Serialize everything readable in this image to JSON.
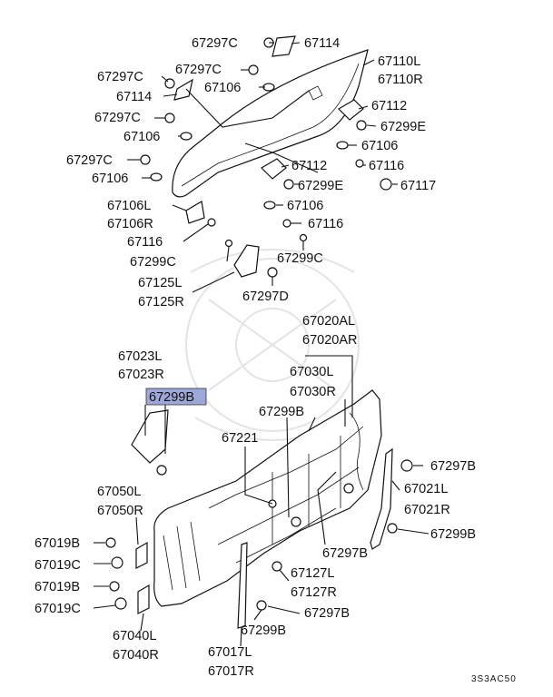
{
  "labels": {
    "l67297c_top": "67297C",
    "l67114_top": "67114",
    "l67110l": "67110L",
    "l67110r": "67110R",
    "l67297c_a": "67297C",
    "l67297c_b": "67297C",
    "l67114_left": "67114",
    "l67106_a": "67106",
    "l67112_a": "67112",
    "l67299e_a": "67299E",
    "l67297c_c": "67297C",
    "l67106_b": "67106",
    "l67106_c": "67106",
    "l67297c_d": "67297C",
    "l67112_b": "67112",
    "l67116_a": "67116",
    "l67106_d": "67106",
    "l67299e_b": "67299E",
    "l67117": "67117",
    "l67106l": "67106L",
    "l67106_e": "67106",
    "l67106r": "67106R",
    "l67116_b": "67116",
    "l67116_c": "67116",
    "l67299c_a": "67299C",
    "l67299c_b": "67299C",
    "l67125l": "67125L",
    "l67297d": "67297D",
    "l67125r": "67125R",
    "l67020al": "67020AL",
    "l67020ar": "67020AR",
    "l67023l": "67023L",
    "l67023r": "67023R",
    "l67030l": "67030L",
    "l67030r": "67030R",
    "l67299b_hl": "67299B",
    "l67299b_a": "67299B",
    "l67221": "67221",
    "l67297b_a": "67297B",
    "l67021l": "67021L",
    "l67021r": "67021R",
    "l67050l": "67050L",
    "l67050r": "67050R",
    "l67299b_b": "67299B",
    "l67297b_b": "67297B",
    "l67019b_a": "67019B",
    "l67019c_a": "67019C",
    "l67127l": "67127L",
    "l67127r": "67127R",
    "l67019b_b": "67019B",
    "l67297b_c": "67297B",
    "l67019c_b": "67019C",
    "l67299b_c": "67299B",
    "l67040l": "67040L",
    "l67040r": "67040R",
    "l67017l": "67017L",
    "l67017r": "67017R"
  },
  "diagram_code": "3S3AC50",
  "highlight_color": "#9ea8d8"
}
